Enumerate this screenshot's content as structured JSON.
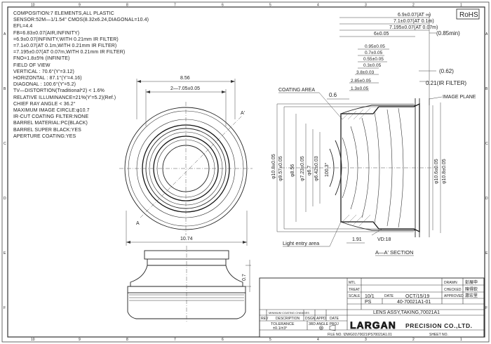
{
  "specs": [
    "COMPOSITION:7 ELEMENTS,ALL PLASTIC",
    "SENSOR:52M—1/1.54\"  CMOS(8.32x6.24,DIAGONAL=10.4)",
    "EFL=4.4",
    "FB=6.83±0.07(AIR,INFINITY)",
    "   =6.9±0.07(INFINITY,WITH 0.21mm IR FILTER)",
    "   =7.1±0.07(AT 0.1m,WITH 0.21mm IR FILTER)",
    "   =7.195±0.07(AT 0.07m,WITH 0.21mm IR FILTER)",
    "FNO=1.8±5% (INFINITE)",
    "FIELD OF VIEW",
    "   VERTICAL : 70.6°(Y'=3.12)",
    "   HORIZONTAL : 87.1°(Y'=4.16)",
    "   DIAGONAL : 100.6°(Y'=5.2)",
    "TV—DISTORTION(Traditional*2) < 1.6%",
    "RELATIVE ILLUMINANCE=21%(Y'=5.2)(Ref.)",
    "CHIEF RAY ANGLE < 36.2°",
    "MAXIMUM IMAGE CIRCLE:φ10.7",
    "IR-CUT COATING FILTER:NONE",
    "BARREL MATERIAL:PC(BLACK)",
    "BARREL SUPER BLACK:YES",
    "APERTURE COATING:YES"
  ],
  "rohs": "RoHS",
  "fb_dims": [
    "6.9±0.07(AT ∞)",
    "7.1±0.07(AT 0.1m)",
    "7.195±0.07(AT 0.07m)"
  ],
  "section": {
    "top_dims": [
      "6±0.05",
      "0.95±0.05",
      "0.7±0.05",
      "0.55±0.05",
      "0.3±0.05",
      "3.8±0.03",
      "2.85±0.05",
      "1.3±0.05"
    ],
    "right_dims": [
      "(0.85min)",
      "(0.62)",
      "0.21(IR FILTER)"
    ],
    "image_plane": "IMAGE PLANE",
    "coating_area": "COATING AREA",
    "dim_06": "0.6",
    "left_diams": [
      "φ10.8±0.05",
      "φ9.57±0.05",
      "φ8.56",
      "φ7.23±0.05",
      "φ6.7",
      "φ6.42±0.03",
      "100.3°"
    ],
    "right_diams": [
      "φ10.6±0.05",
      "φ10.8±0.05"
    ],
    "vd": "VD:18",
    "dim_191": "1.91",
    "light_entry": "Light entry area",
    "title": "A—A' SECTION"
  },
  "front": {
    "dim_top": "8.56",
    "dim_second": "2—7.05±0.05",
    "label_a": "A",
    "label_a_prime": "A'",
    "dim_bottom": "10.74"
  },
  "side": {
    "dim_07": "0.7"
  },
  "title_block": {
    "mtl_label": "MTL",
    "treat_label": "TREAT",
    "scale_label": "SCALE",
    "scale": "10/1",
    "date_label": "DATE",
    "date": "OCT/15/19",
    "unit": "PS",
    "part_no": "40-70021A1-01",
    "description": "LENS ASSY,TAKING,70021A1",
    "drawn_label": "DRAWN",
    "checked_label": "CHECKED",
    "approved_label": "APPROVED",
    "drawn_sig": "彭展申",
    "checked_sig": "陳得欽",
    "approved_sig": "蕭宏里",
    "rev_note": "MINIMUM COATING CHANGES",
    "rev_header": [
      "REV",
      "DESCRIPTION",
      "DSGN",
      "APPD",
      "DATE"
    ],
    "tolerance_label": "TOLERANCE",
    "tolerance": "±0.1/±3°",
    "angle_label": "3RD ANGLE PROJ",
    "company": "LARGAN",
    "company_suffix": "PRECISION CO.,LTD.",
    "file_no": "FILE NO. \\DWG01\\70021\\PS70021A1.01",
    "sheet_no": "SHEET NO."
  },
  "grid": {
    "cols": [
      "1",
      "2",
      "3",
      "4",
      "5",
      "6",
      "7",
      "8",
      "9",
      "10"
    ],
    "rows": [
      "A",
      "B",
      "C",
      "D",
      "E",
      "F"
    ]
  }
}
